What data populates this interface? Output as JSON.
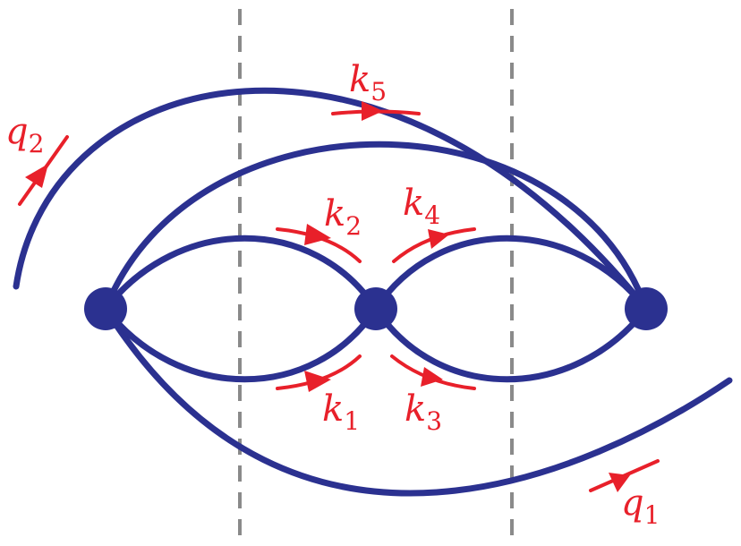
{
  "colors": {
    "propagator": "#2b3190",
    "momentum": "#e8202a",
    "cut_line": "#8a8a8a",
    "background": "#ffffff"
  },
  "vertices": [
    "left-vertex",
    "middle-vertex",
    "right-vertex"
  ],
  "labels": {
    "q2": {
      "base": "q",
      "sub": "2"
    },
    "q1": {
      "base": "q",
      "sub": "1"
    },
    "k1": {
      "base": "k",
      "sub": "1"
    },
    "k2": {
      "base": "k",
      "sub": "2"
    },
    "k3": {
      "base": "k",
      "sub": "3"
    },
    "k4": {
      "base": "k",
      "sub": "4"
    },
    "k5": {
      "base": "k",
      "sub": "5"
    }
  }
}
